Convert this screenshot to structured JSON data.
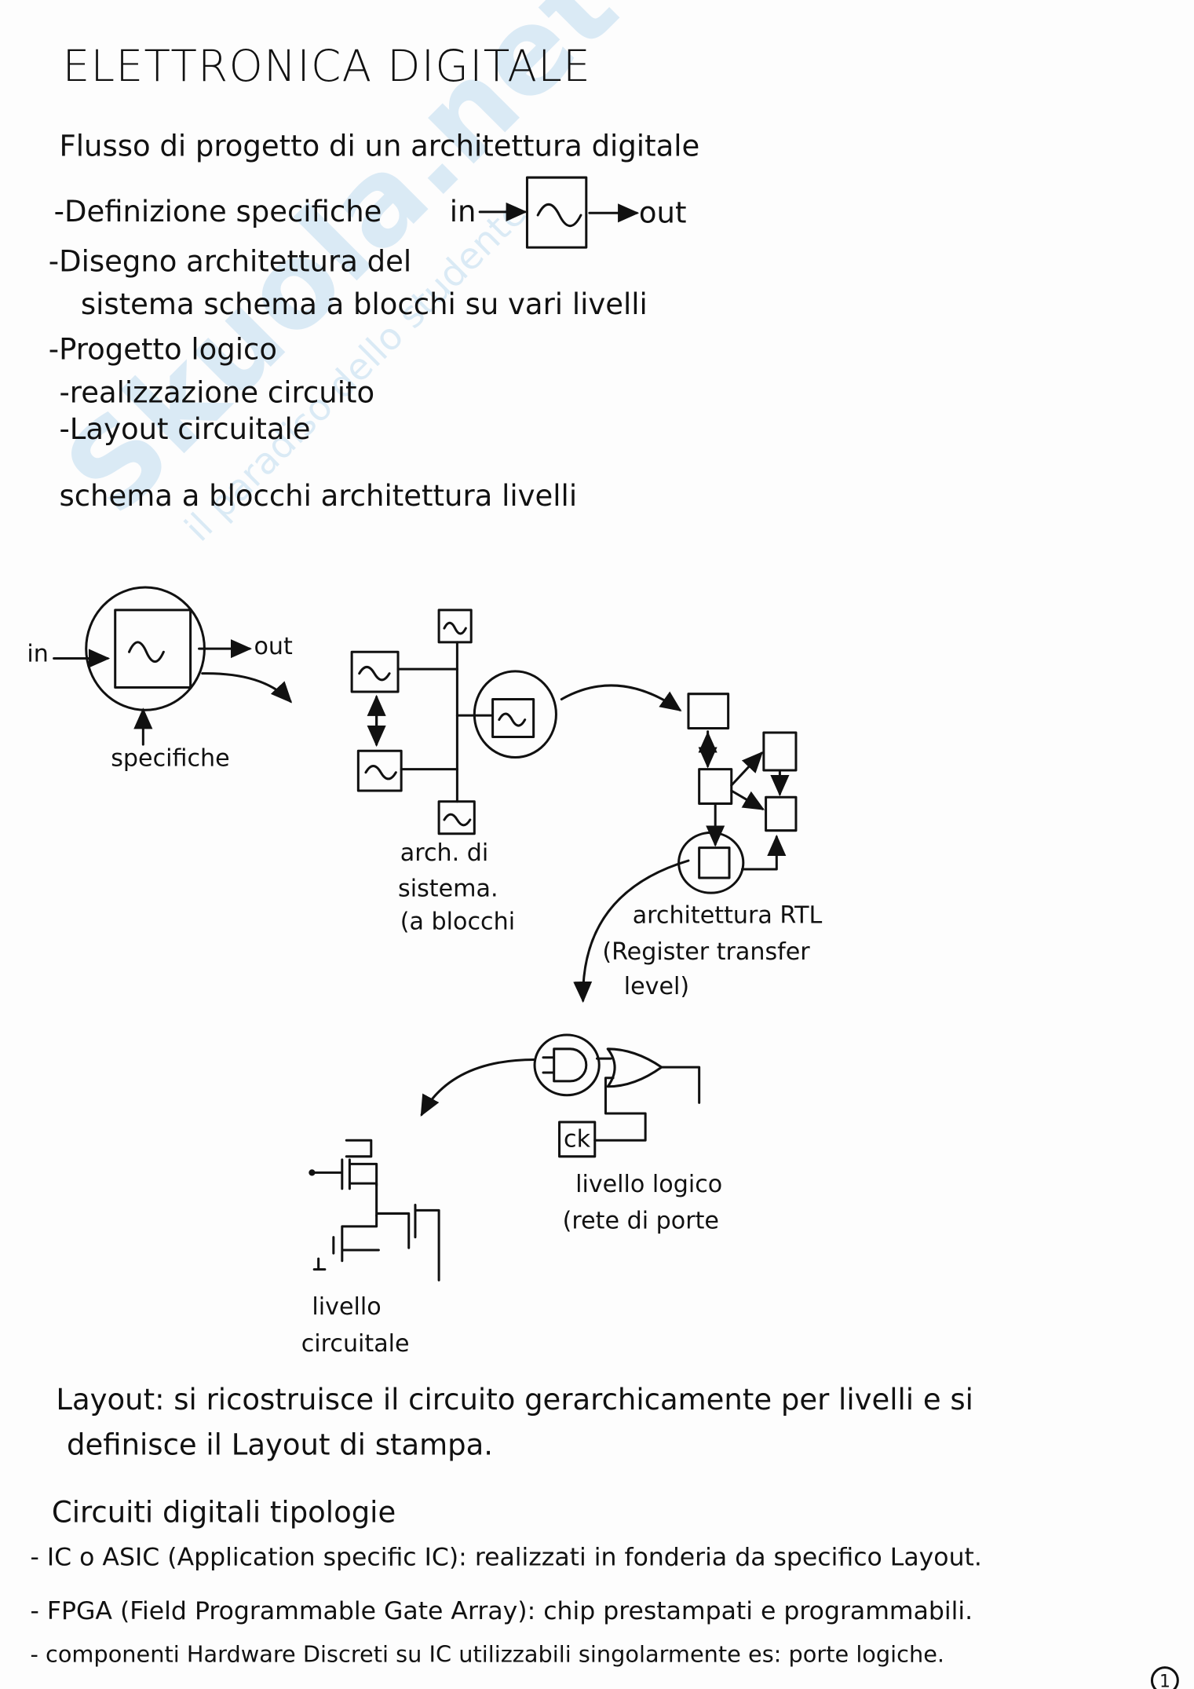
{
  "watermark": {
    "brand": "Skuola.net",
    "tagline": "il paradiso dello studente"
  },
  "title": "ELETTRONICA DIGITALE",
  "section1": {
    "heading": "Flusso di progetto di un architettura digitale",
    "items": [
      "-Definizione specifiche",
      "-Disegno architettura del",
      "sistema schema a blocchi su vari livelli",
      "-Progetto logico",
      "-realizzazione circuito",
      "-Layout circuitale"
    ],
    "block": {
      "in": "in",
      "out": "out"
    }
  },
  "section2": {
    "heading": "schema a blocchi architettura livelli",
    "diagram1": {
      "in": "in",
      "out": "out",
      "label": "specifiche"
    },
    "diagram2": {
      "label_lines": [
        "arch. di",
        "sistema.",
        "(a blocchi"
      ]
    },
    "diagram3": {
      "label_lines": [
        "architettura RTL",
        "(Register transfer",
        "level)"
      ]
    },
    "diagram4": {
      "ck": "ck",
      "label_lines": [
        "livello logico",
        "(rete di porte"
      ]
    },
    "diagram5": {
      "label_lines": [
        "livello",
        "circuitale"
      ]
    }
  },
  "layout_note": {
    "lines": [
      "Layout: si ricostruisce il circuito gerarchicamente per livelli e si",
      "definisce il Layout di stampa."
    ]
  },
  "section3": {
    "heading": "Circuiti digitali tipologie",
    "items": [
      "- IC o ASIC (Application specific IC): realizzati in fonderia da specifico Layout.",
      "- FPGA (Field Programmable Gate Array): chip prestampati e programmabili.",
      "- componenti Hardware Discreti su IC utilizzabili singolarmente es: porte logiche."
    ]
  },
  "page_number": "1"
}
